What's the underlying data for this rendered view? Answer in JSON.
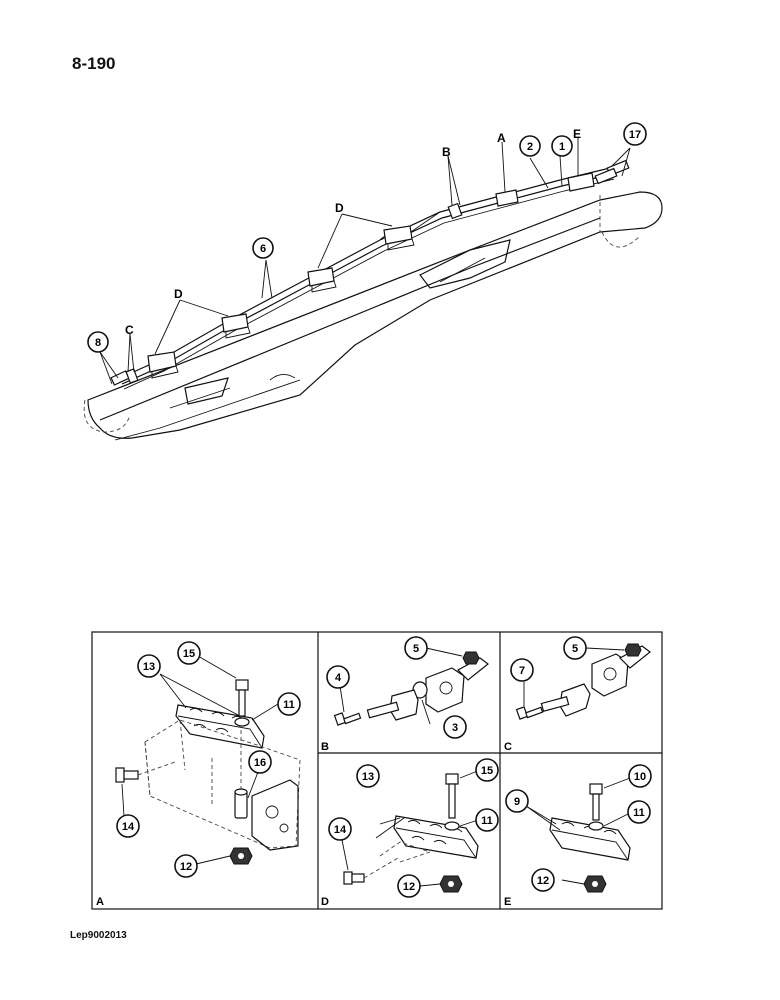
{
  "page": {
    "number": "8-190",
    "footer_code": "Lep9002013"
  },
  "main_view": {
    "callouts": [
      "1",
      "2",
      "6",
      "8",
      "17"
    ],
    "letters": [
      "A",
      "B",
      "C",
      "D",
      "D",
      "E"
    ]
  },
  "panels": {
    "A": {
      "tag": "A",
      "callouts": [
        "13",
        "15",
        "11",
        "16",
        "14",
        "12"
      ]
    },
    "B": {
      "tag": "B",
      "callouts": [
        "5",
        "4",
        "3"
      ]
    },
    "C": {
      "tag": "C",
      "callouts": [
        "5",
        "7"
      ]
    },
    "D": {
      "tag": "D",
      "callouts": [
        "13",
        "15",
        "11",
        "14",
        "12"
      ]
    },
    "E": {
      "tag": "E",
      "callouts": [
        "10",
        "9",
        "11",
        "12"
      ]
    }
  }
}
